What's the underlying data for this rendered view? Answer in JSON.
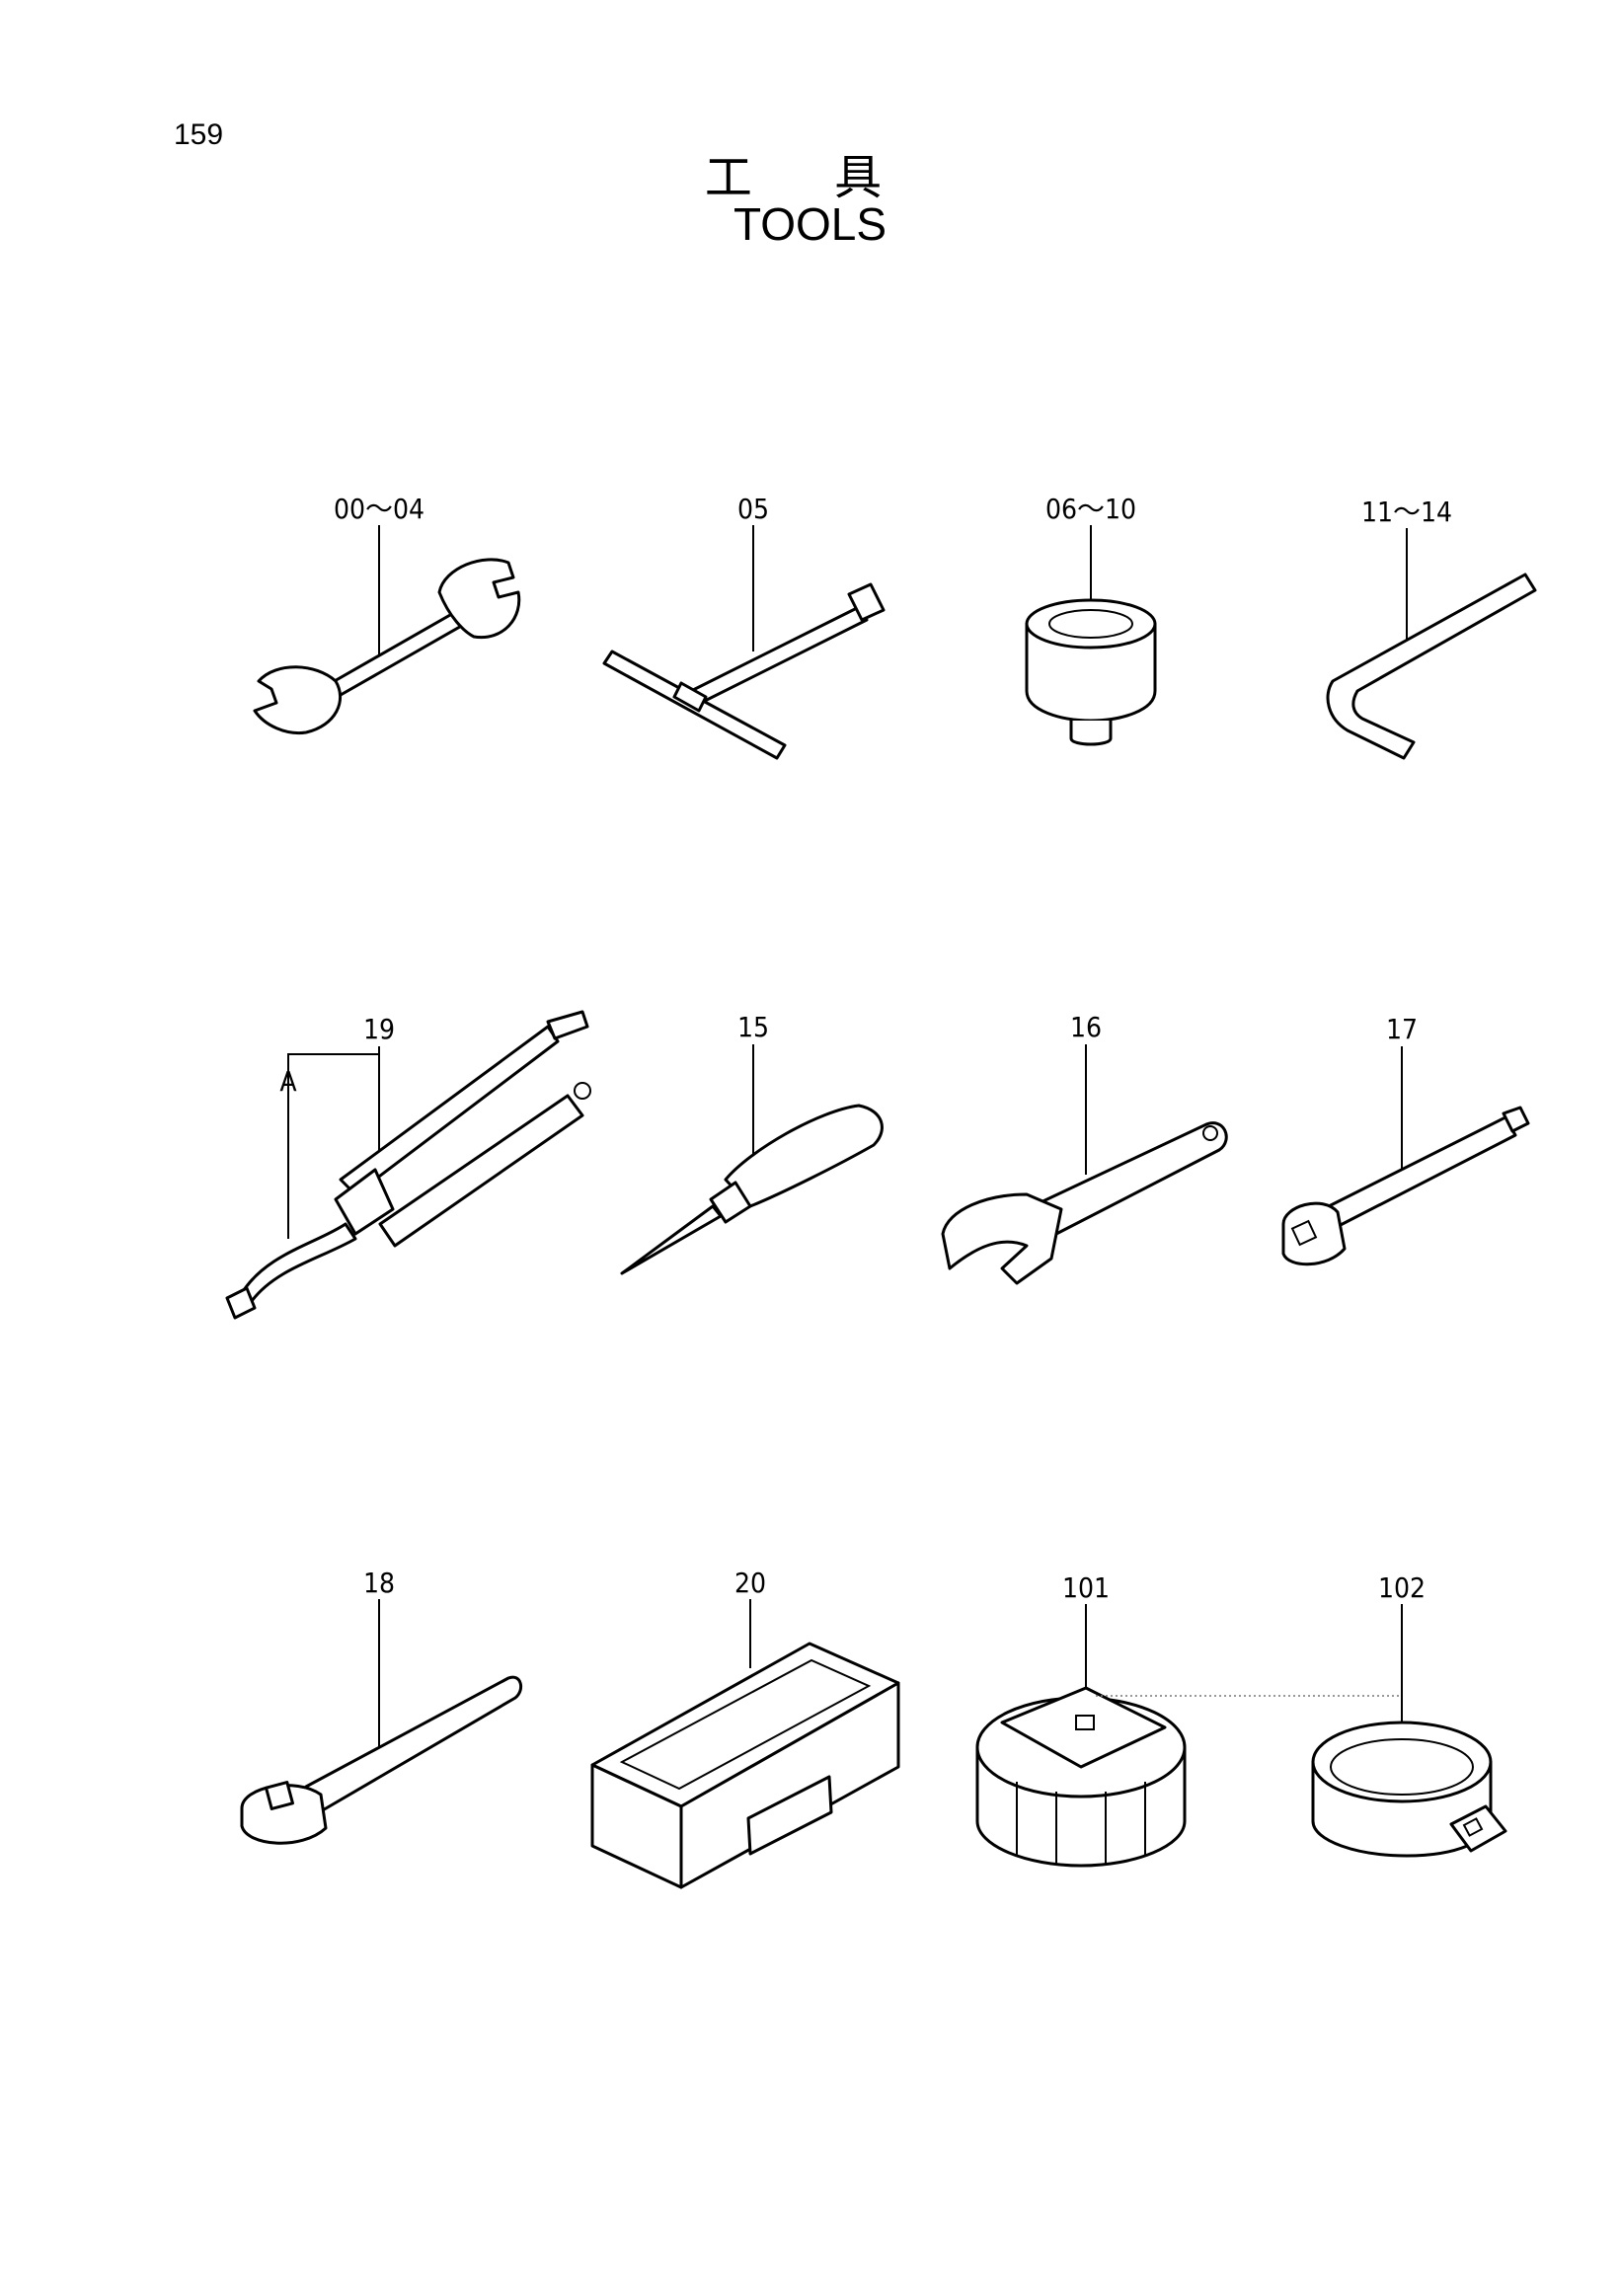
{
  "page_number": "159",
  "title_jp": "工 具",
  "title_en": "TOOLS",
  "callouts": {
    "wrench": "00～04",
    "t_handle": "05",
    "socket": "06～10",
    "hex_key": "11～14",
    "grease_gun": "19",
    "grease_hose_ref": "A",
    "screwdriver": "15",
    "adjustable_wrench": "16",
    "extension_bar": "17",
    "ratchet": "18",
    "tool_box": "20",
    "filter_wrench_cup": "101",
    "filter_wrench_band": "102"
  }
}
